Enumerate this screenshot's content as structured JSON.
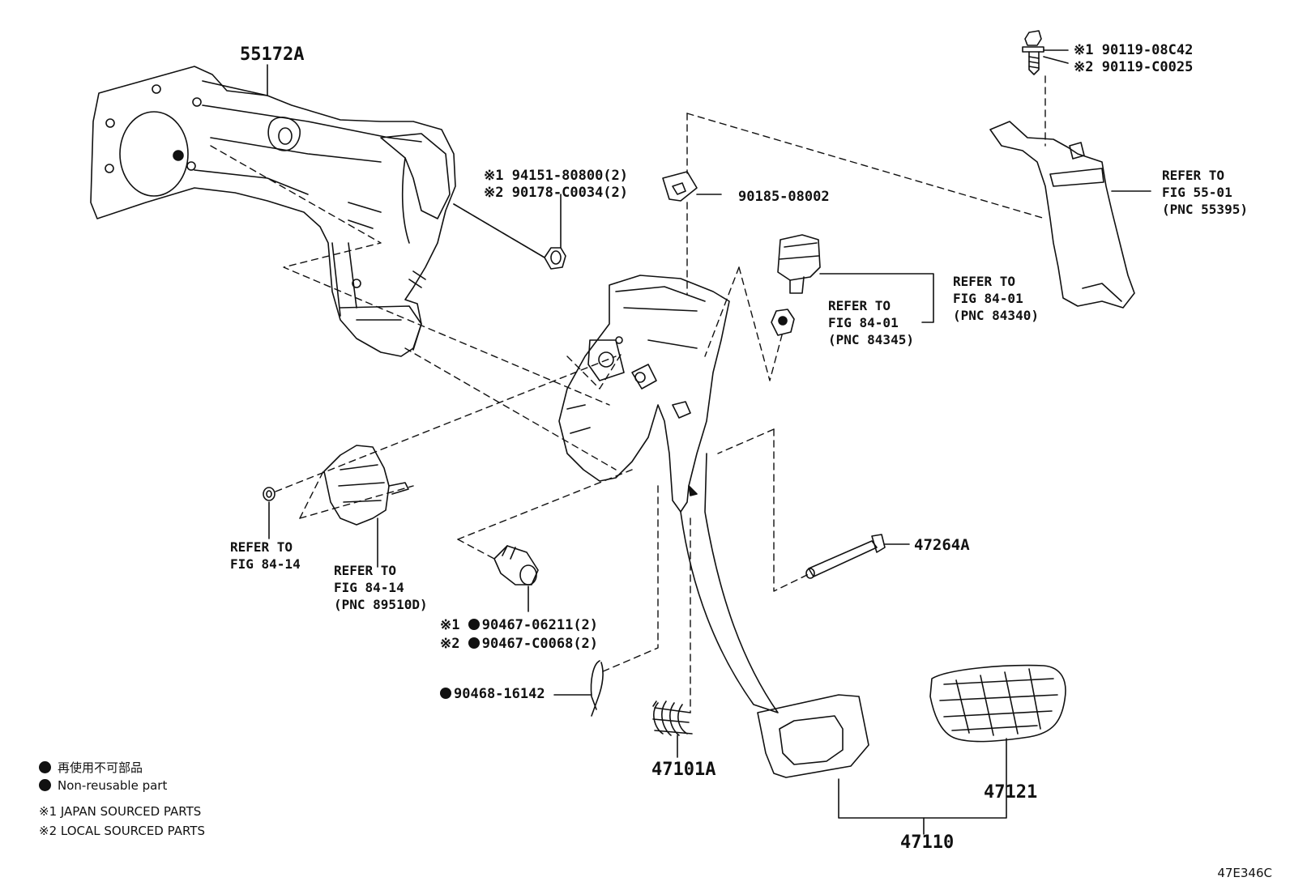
{
  "parts": {
    "p55172a": "55172A",
    "p94151_line1": "※1 94151-80800(2)",
    "p94151_line2": "※2 90178-C0034(2)",
    "p90185": "90185-08002",
    "p90119_line1": "※1 90119-08C42",
    "p90119_line2": "※2 90119-C0025",
    "p47264a": "47264A",
    "p90467_line1": "90467-06211(2)",
    "p90467_line1_prefix": "※1",
    "p90467_line2": "90467-C0068(2)",
    "p90467_line2_prefix": "※2",
    "p90468": "90468-16142",
    "p47101a": "47101A",
    "p47121": "47121",
    "p47110": "47110"
  },
  "refs": {
    "ref_55395": [
      "REFER TO",
      "FIG 55-01",
      "(PNC 55395)"
    ],
    "ref_84340": [
      "REFER TO",
      "FIG 84-01",
      "(PNC 84340)"
    ],
    "ref_84345": [
      "REFER TO",
      "FIG 84-01",
      "(PNC 84345)"
    ],
    "ref_8414_left": [
      "REFER TO",
      "FIG 84-14"
    ],
    "ref_89510d": [
      "REFER TO",
      "FIG 84-14",
      "(PNC 89510D)"
    ]
  },
  "legend": {
    "nonreusable_jp": "再使用不可部品",
    "nonreusable_en": "Non-reusable part",
    "japan_sourced": "※1 JAPAN SOURCED PARTS",
    "local_sourced": "※2 LOCAL SOURCED PARTS"
  },
  "diagram_code": "47E346C"
}
